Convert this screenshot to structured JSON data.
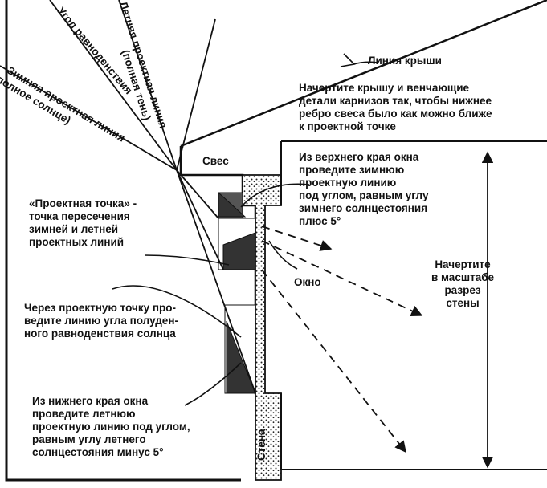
{
  "labels": {
    "roof_line": "Линия крыши",
    "overhang": "Свес",
    "window": "Окно",
    "wall": "Стена",
    "summer_line": [
      "Летняя проектная линия",
      "(полная тень)"
    ],
    "equinox_angle": "Угол равноденствия",
    "winter_line": [
      "Зимняя проектная линия",
      "(полное солнце)"
    ]
  },
  "notes": {
    "draw_roof": [
      "Начертите крышу и венчающие",
      "детали карнизов  так, чтобы нижнее",
      "ребро свеса было как можно ближе",
      "к проектной точке"
    ],
    "top_edge": [
      "Из верхнего края окна",
      "проведите зимнюю",
      "проектную линию",
      "под углом, равным углу",
      "зимнего солнцестояния",
      "плюс 5°"
    ],
    "design_point": [
      "«Проектная точка» -",
      "точка пересечения",
      "зимней и летней",
      "проектных линий"
    ],
    "scale_section": [
      "Начертите",
      "в масштабе",
      "разрез",
      "стены"
    ],
    "equinox_through": [
      "Через проектную точку про-",
      "ведите линию угла полуден-",
      "ного равноденствия солнца"
    ],
    "bottom_edge": [
      "Из нижнего края окна",
      "проведите летнюю",
      "проектную линию под углом,",
      "равным углу летнего",
      "солнцестояния минус 5°"
    ]
  },
  "colors": {
    "background": "#ffffff",
    "ink": "#111111",
    "wall_fill": "#1a1a1a",
    "shade_fill": "#333333"
  }
}
